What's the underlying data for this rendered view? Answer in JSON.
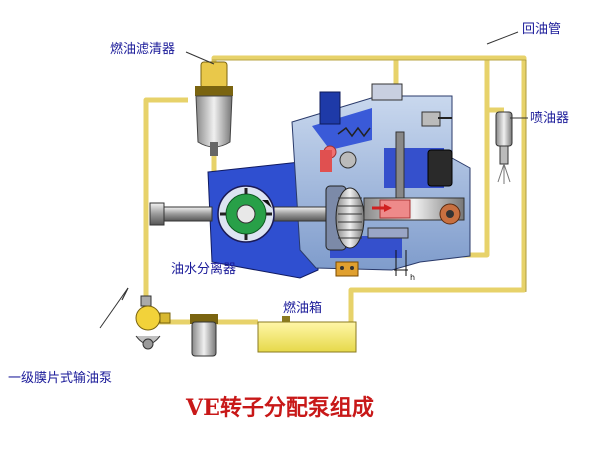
{
  "labels": {
    "return_pipe": "回油管",
    "fuel_filter": "燃油滤清器",
    "injector": "喷油器",
    "oil_water_separator": "油水分离器",
    "fuel_tank": "燃油箱",
    "feed_pump": "一级膜片式输油泵",
    "h_mark": "h"
  },
  "title": "VE转子分配泵组成",
  "colors": {
    "pipe": "#e7d26a",
    "label": "#1a1a99",
    "title": "#c81818",
    "pump_blue": "#2f4fd0",
    "rotor_green": "#28a048",
    "tank_yellow": "#f3ec7a"
  }
}
